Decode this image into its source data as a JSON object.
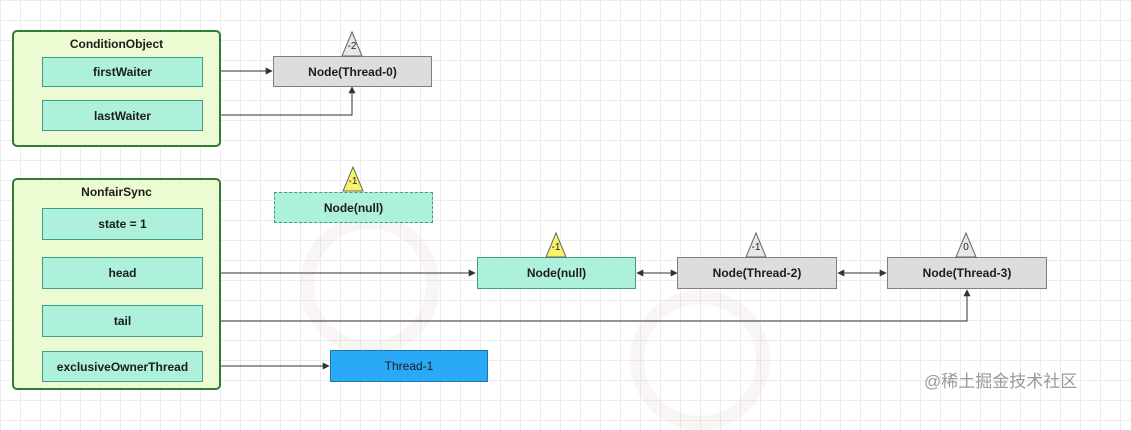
{
  "condition_object": {
    "title": "ConditionObject",
    "first_waiter": "firstWaiter",
    "last_waiter": "lastWaiter"
  },
  "nonfair_sync": {
    "title": "NonfairSync",
    "state_label": "state = ",
    "state_value": "1",
    "head": "head",
    "tail": "tail",
    "exclusive_owner_thread": "exclusiveOwnerThread"
  },
  "nodes": {
    "thread0": {
      "label": "Node(Thread-0)",
      "wait_status": "-2"
    },
    "dangling": {
      "label": "Node(null)",
      "wait_status": "-1"
    },
    "head_node": {
      "label": "Node(null)",
      "wait_status": "-1"
    },
    "thread2": {
      "label": "Node(Thread-2)",
      "wait_status": "-1"
    },
    "thread3": {
      "label": "Node(Thread-3)",
      "wait_status": "0"
    },
    "owner": {
      "label": "Thread-1"
    }
  },
  "watermark": "@稀土掘金技术社区",
  "colors": {
    "panel_fill": "#ecfbd2",
    "panel_border": "#2e7d32",
    "field_fill": "#adf0dc",
    "node_grey": "#dddddd",
    "owner_fill": "#2aa9f7",
    "badge_grey": "#e8e8e8",
    "badge_yellow": "#f7f46a"
  }
}
